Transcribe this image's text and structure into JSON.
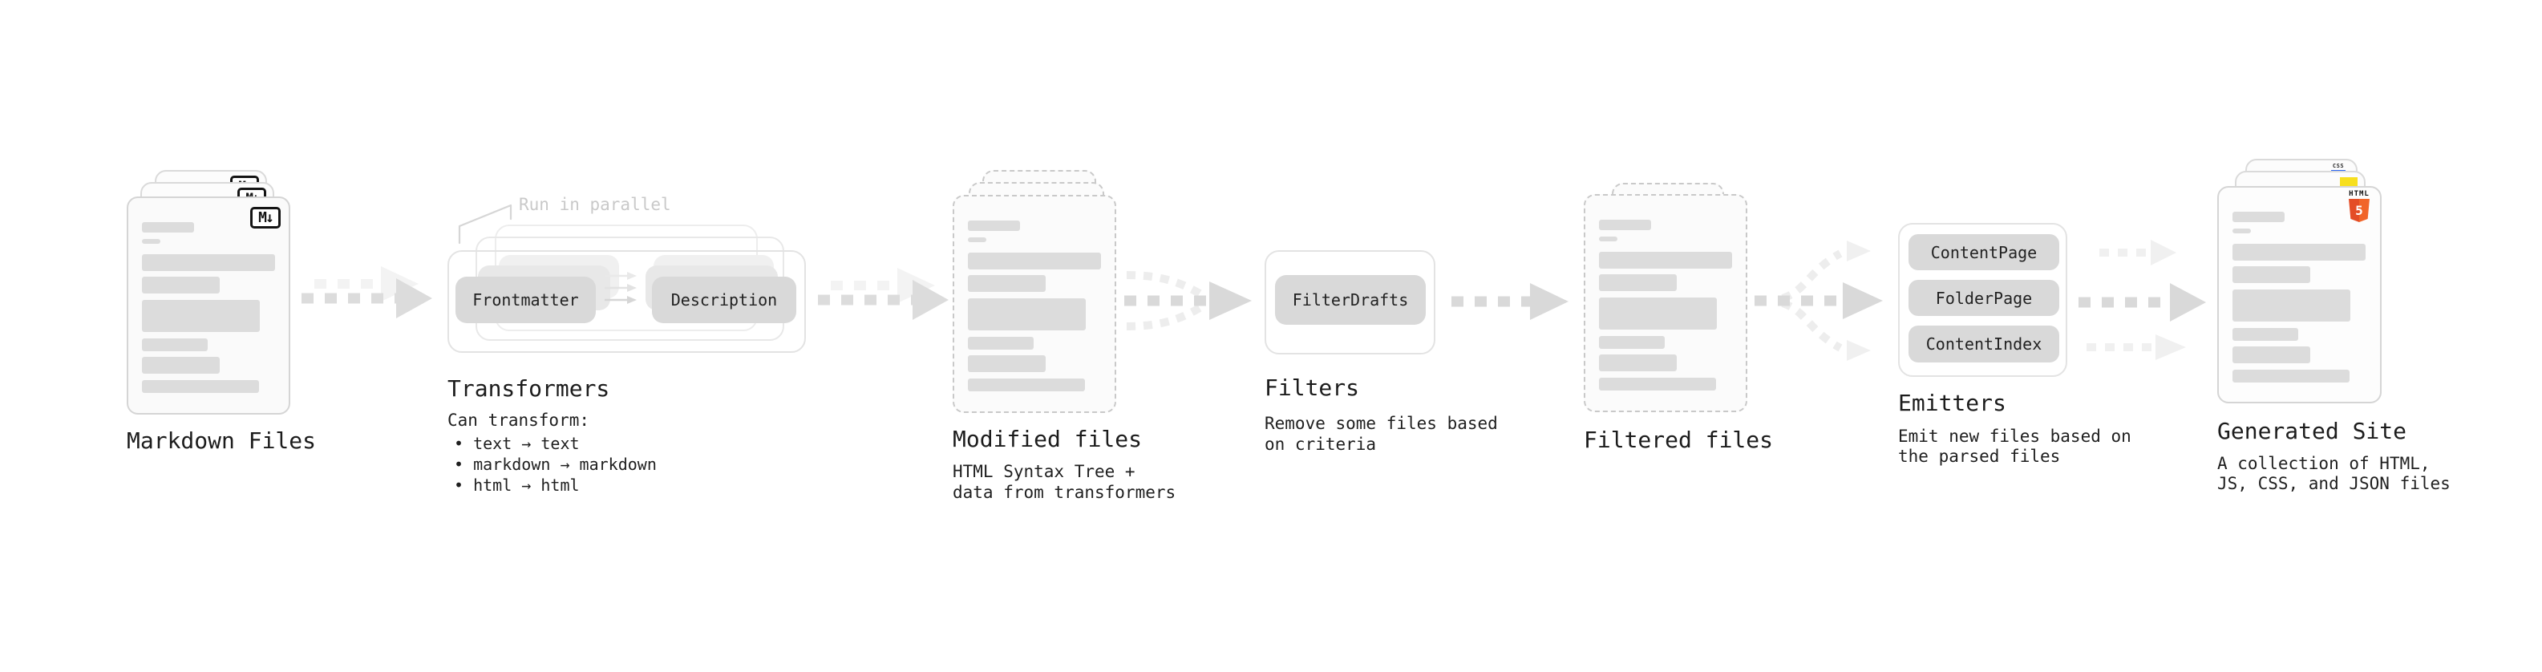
{
  "colors": {
    "text": "#1c1c1c",
    "muted_annotation": "#c9c9c9",
    "card_background": "#fafafa",
    "card_border": "#d5d5d5",
    "dashed_border": "#c9c9c9",
    "placeholder_bar": "#dcdcdc",
    "pill_background": "#d9d9d9",
    "arrow_main": "#dcdcdc",
    "arrow_ghost": "#f3f3f3",
    "html5_orange": "#e44d26",
    "html5_orange_light": "#f16529",
    "js_yellow": "#f7df1e",
    "css_blue": "#2965f1"
  },
  "icons": {
    "markdown_badge": "markdown-logo",
    "html5_badge": "html5-logo",
    "js_badge": "javascript-logo",
    "css_badge": "css-logo",
    "flow_arrows": "dashed-arrow-right"
  },
  "stages": {
    "markdown_files": {
      "label": "Markdown Files",
      "badge": "M↓"
    },
    "transformers": {
      "label": "Transformers",
      "annotation": "Run in parallel",
      "pills": [
        "Frontmatter",
        "Description"
      ],
      "desc_title": "Can transform:",
      "bullets": [
        "• text → text",
        "• markdown → markdown",
        "• html → html"
      ]
    },
    "modified_files": {
      "label": "Modified files",
      "desc": [
        "HTML Syntax Tree +",
        "data from transformers"
      ]
    },
    "filters": {
      "label": "Filters",
      "pills": [
        "FilterDrafts"
      ],
      "desc": [
        "Remove some files based",
        "on criteria"
      ]
    },
    "filtered_files": {
      "label": "Filtered files"
    },
    "emitters": {
      "label": "Emitters",
      "pills": [
        "ContentPage",
        "FolderPage",
        "ContentIndex"
      ],
      "desc": [
        "Emit new files based on",
        "the parsed files"
      ]
    },
    "generated_site": {
      "label": "Generated Site",
      "desc": [
        "A collection of HTML,",
        "JS, CSS, and JSON files"
      ],
      "html5_badge": {
        "word": "HTML",
        "number": "5"
      },
      "css_badge": "CSS"
    }
  }
}
